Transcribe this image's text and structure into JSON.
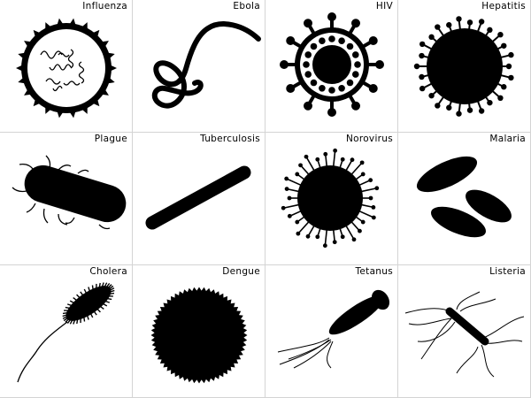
{
  "colors": {
    "ink": "#000000",
    "background": "#ffffff",
    "grid_line": "#d4d4d4"
  },
  "cells": [
    {
      "label": "Influenza",
      "icon": "influenza-virus-icon"
    },
    {
      "label": "Ebola",
      "icon": "ebola-virus-icon"
    },
    {
      "label": "HIV",
      "icon": "hiv-virus-icon"
    },
    {
      "label": "Hepatitis",
      "icon": "hepatitis-virus-icon"
    },
    {
      "label": "Plague",
      "icon": "plague-bacterium-icon"
    },
    {
      "label": "Tuberculosis",
      "icon": "tuberculosis-bacterium-icon"
    },
    {
      "label": "Norovirus",
      "icon": "norovirus-icon"
    },
    {
      "label": "Malaria",
      "icon": "malaria-parasite-icon"
    },
    {
      "label": "Cholera",
      "icon": "cholera-bacterium-icon"
    },
    {
      "label": "Dengue",
      "icon": "dengue-virus-icon"
    },
    {
      "label": "Tetanus",
      "icon": "tetanus-bacterium-icon"
    },
    {
      "label": "Listeria",
      "icon": "listeria-bacterium-icon"
    }
  ]
}
